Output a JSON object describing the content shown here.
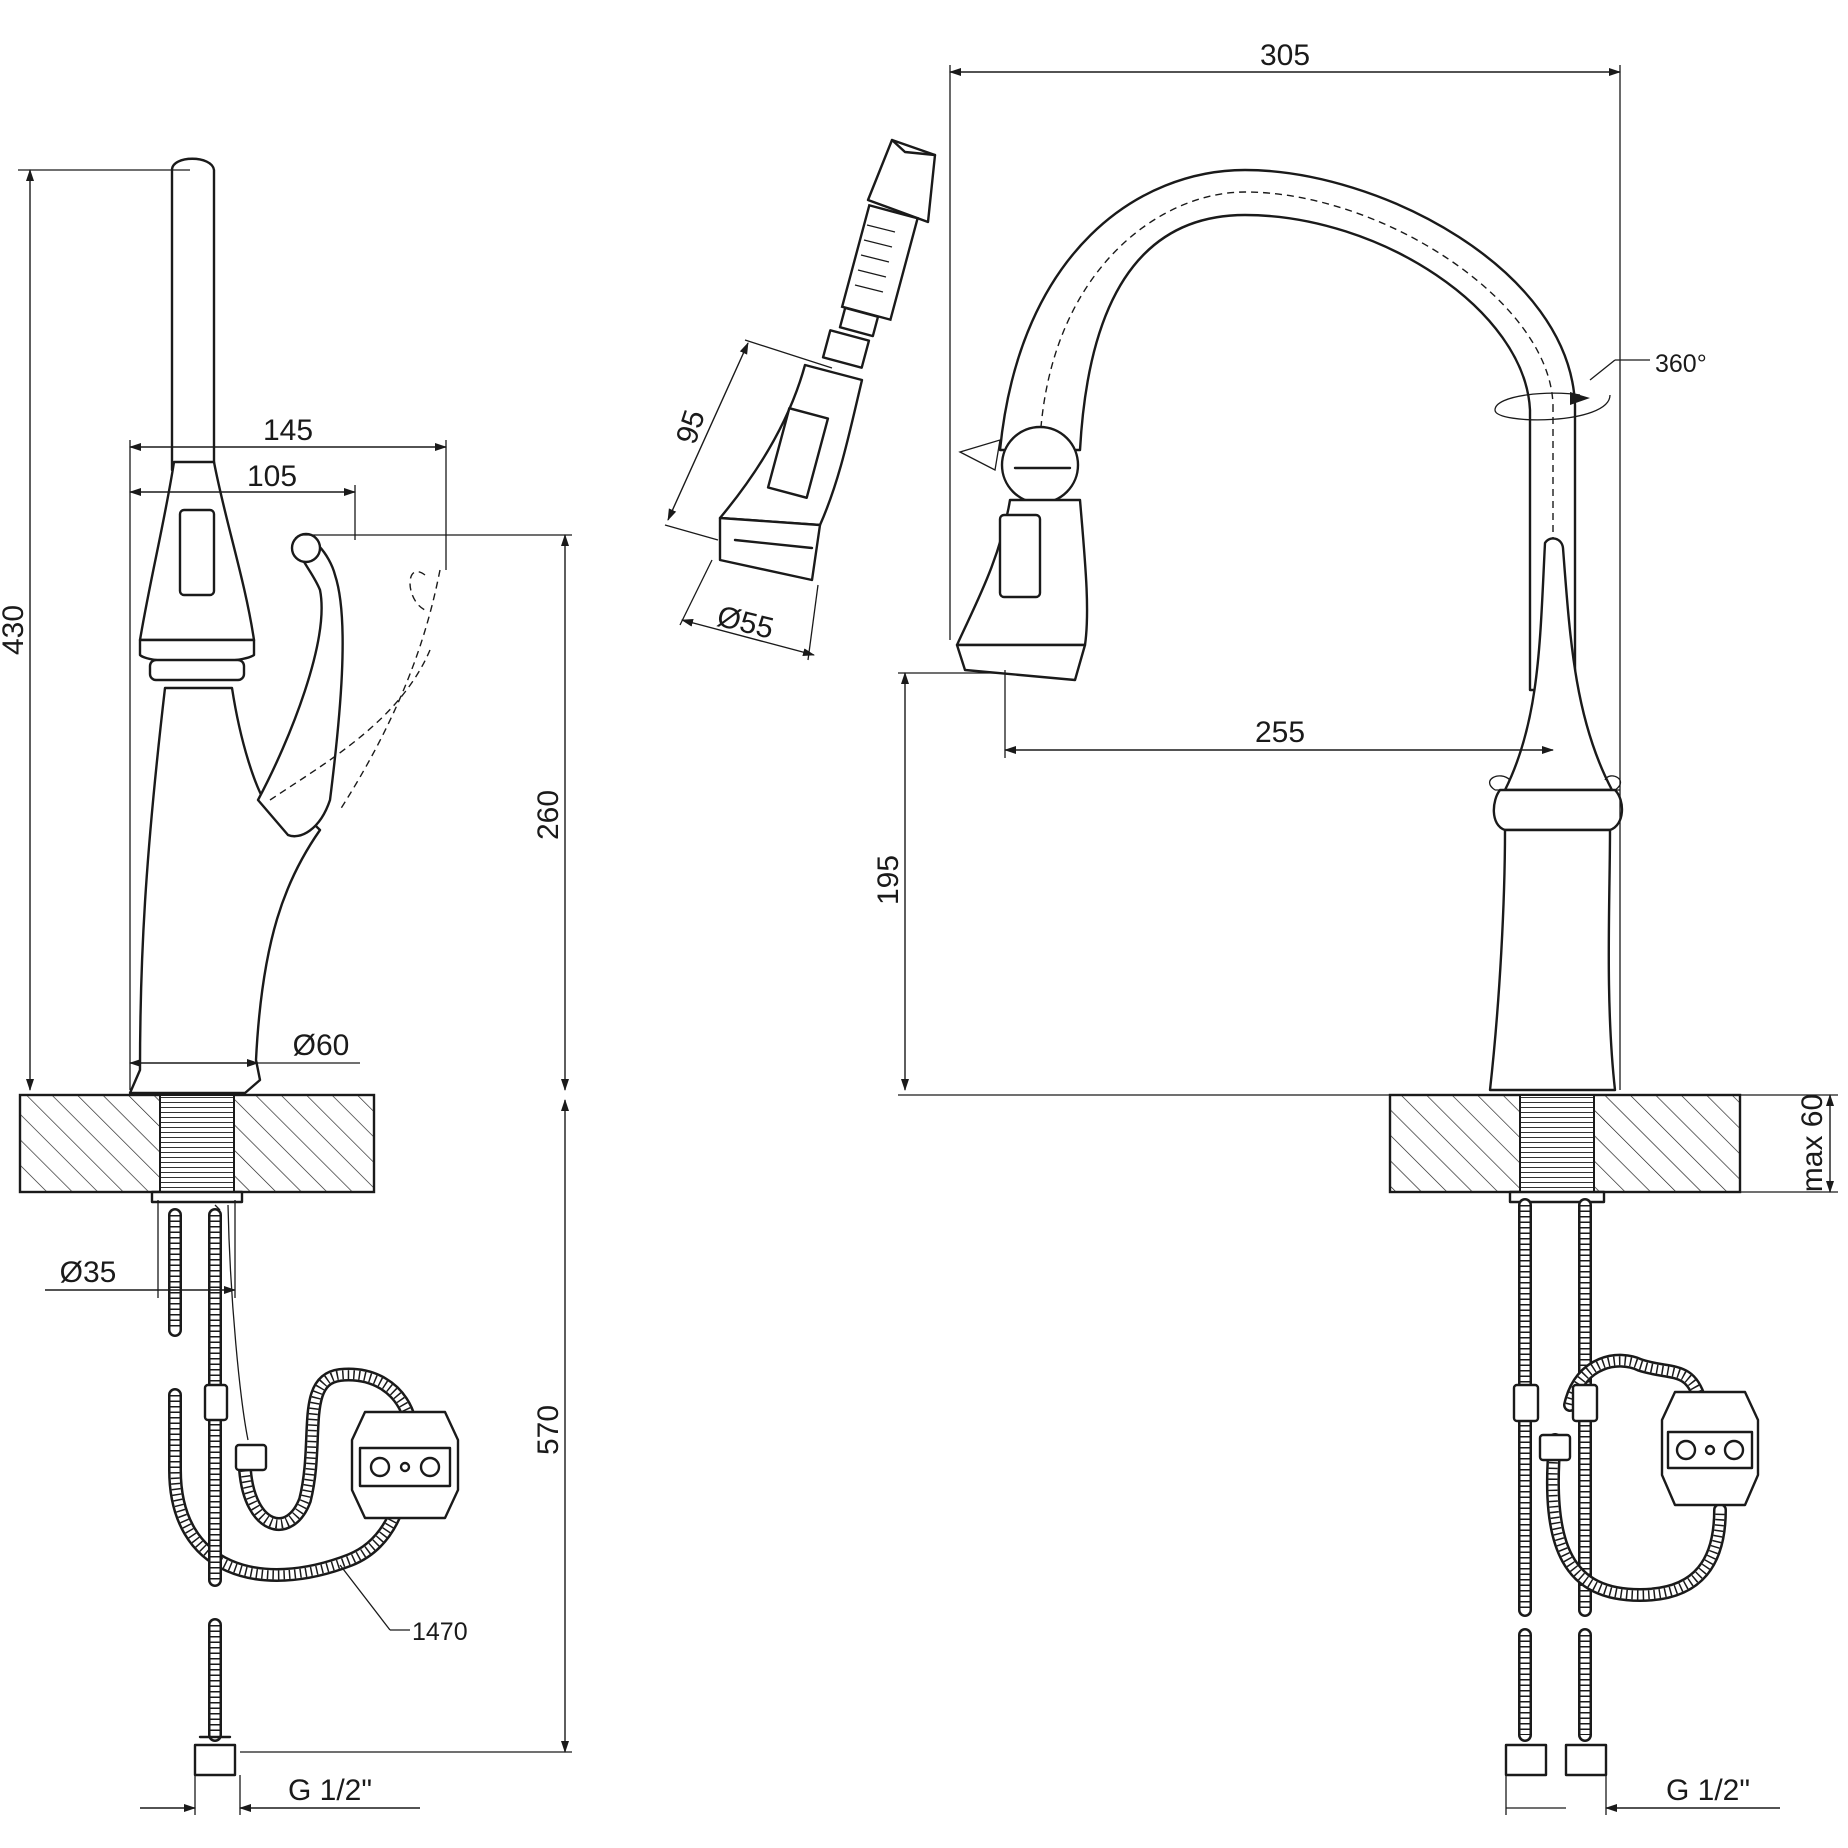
{
  "drawing": {
    "side_view": {
      "height_total": "430",
      "width_outer": "145",
      "width_inner": "105",
      "height_body": "260",
      "base_diameter": "Ø60",
      "hole_diameter": "Ø35",
      "hose_length": "570",
      "braided_hose_length": "1470",
      "connection_thread": "G 1/2\""
    },
    "pull_out_head": {
      "length": "95",
      "diameter": "Ø55"
    },
    "front_view": {
      "reach_width": "305",
      "rotation": "360°",
      "spout_reach": "255",
      "spout_height": "195",
      "counter_thickness": "max 60",
      "connection_thread": "G 1/2\""
    }
  }
}
